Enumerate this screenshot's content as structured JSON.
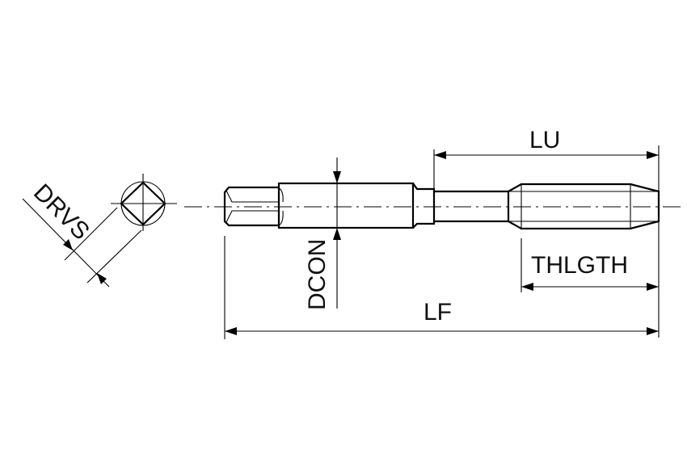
{
  "labels": {
    "drvs": "DRVS",
    "dcon": "DCON",
    "lu": "LU",
    "thlgth": "THLGTH",
    "lf": "LF"
  }
}
